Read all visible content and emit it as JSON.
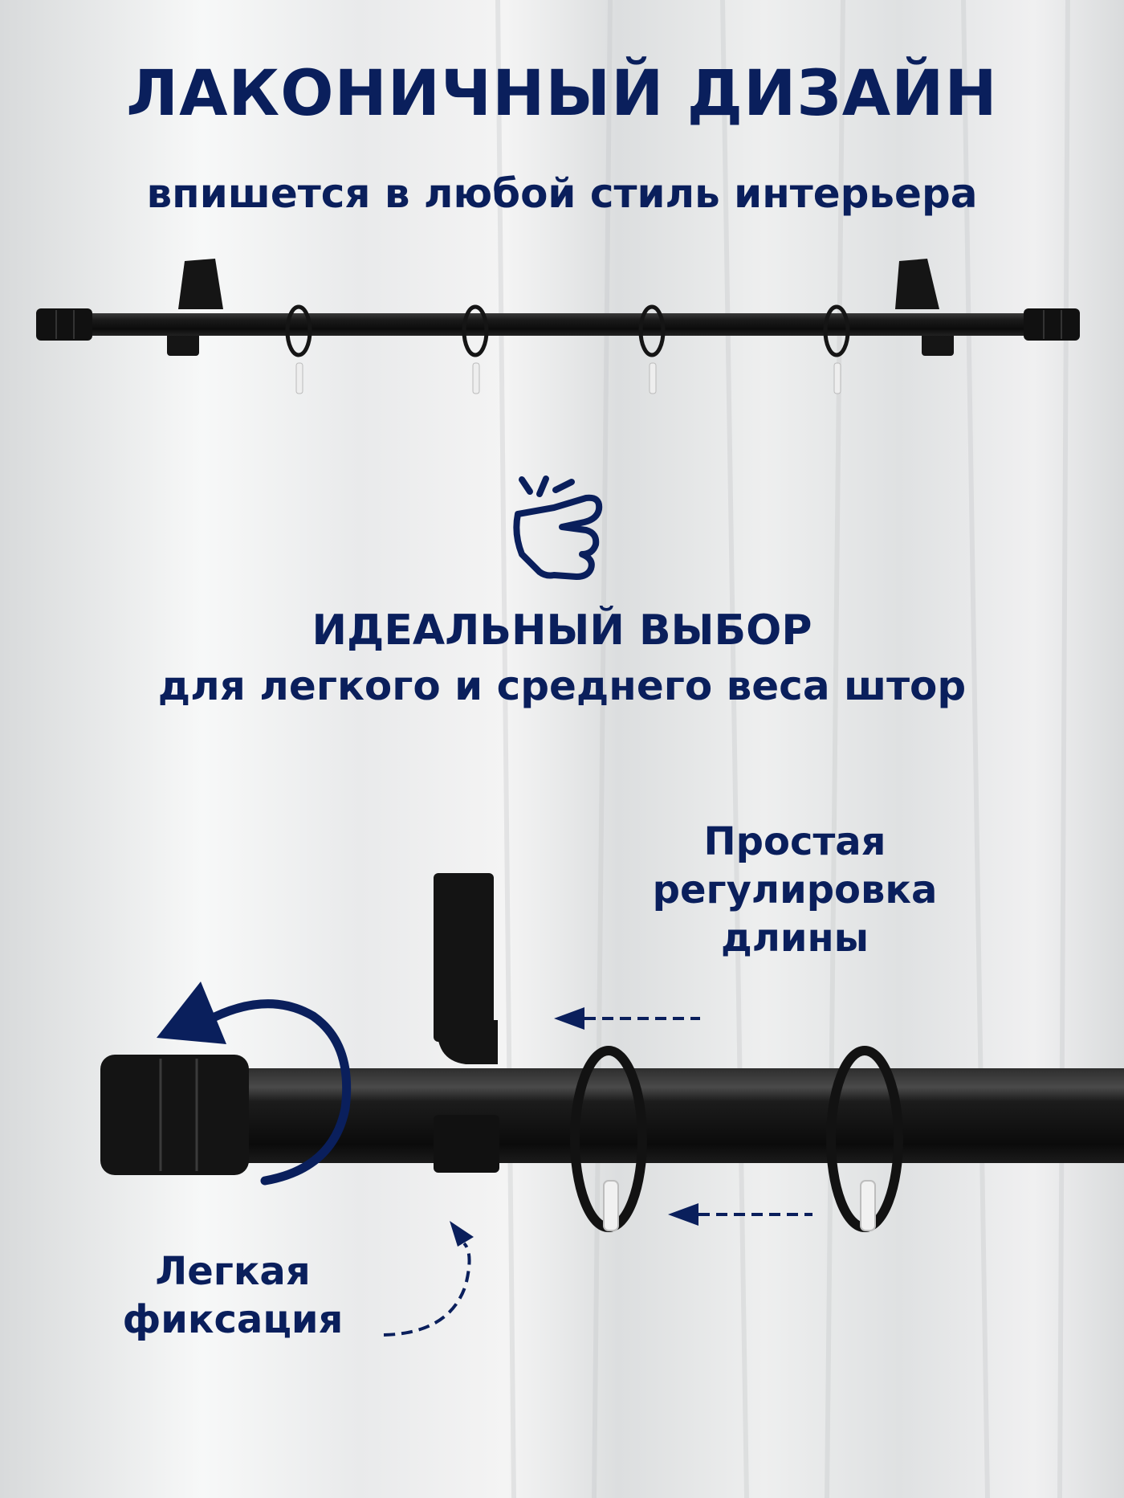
{
  "headline": {
    "title": "ЛАКОНИЧНЫЙ ДИЗАЙН",
    "subtitle": "впишется в любой стиль интерьера"
  },
  "choice": {
    "title": "ИДЕАЛЬНЫЙ ВЫБОР",
    "subtitle": "для легкого и среднего веса штор"
  },
  "callouts": {
    "adjust_line1": "Простая",
    "adjust_line2": "регулировка",
    "adjust_line3": "длины",
    "fix_line1": "Легкая",
    "fix_line2": "фиксация"
  },
  "icons": {
    "snap": "finger-snap-icon",
    "rotate": "rotate-arrow-icon"
  },
  "colors": {
    "accent": "#0a1f5c",
    "rod": "#111111",
    "background": "#eceded"
  }
}
